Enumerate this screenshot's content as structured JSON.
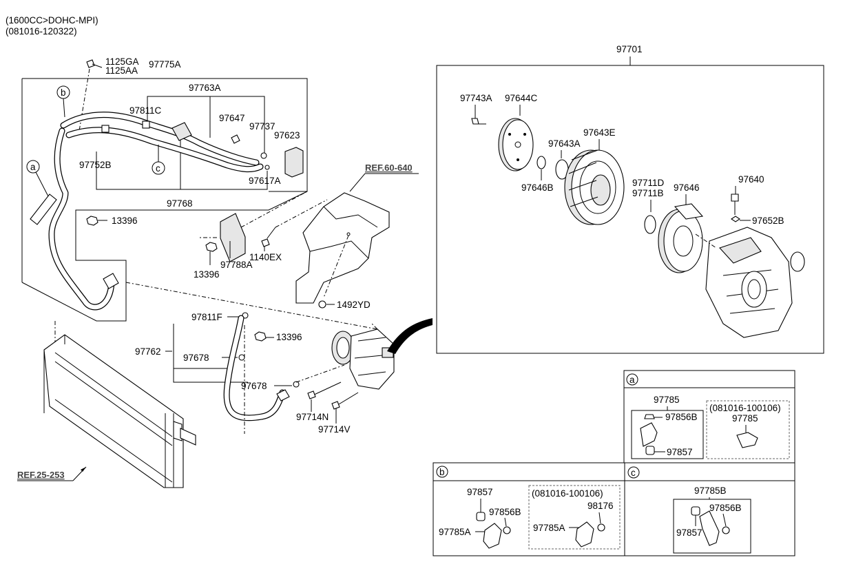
{
  "header": {
    "engine": "(1600CC>DOHC-MPI)",
    "period": "(081016-120322)"
  },
  "refs": {
    "ref1": "REF.60-640",
    "ref2": "REF.25-253"
  },
  "callouts": {
    "a": "a",
    "b": "b",
    "c": "c"
  },
  "labels": {
    "p1125GA": "1125GA",
    "p1125AA": "1125AA",
    "p97775A": "97775A",
    "p97763A": "97763A",
    "p97811C": "97811C",
    "p97647": "97647",
    "p97737": "97737",
    "p97623": "97623",
    "p97752B": "97752B",
    "p97617A": "97617A",
    "p97768": "97768",
    "p13396a": "13396",
    "p13396b": "13396",
    "p97788A": "97788A",
    "p1140EX": "1140EX",
    "p1492YD": "1492YD",
    "p97811F": "97811F",
    "p13396c": "13396",
    "p97762": "97762",
    "p97678a": "97678",
    "p97678b": "97678",
    "p97714N": "97714N",
    "p97714V": "97714V"
  },
  "compressor_box": {
    "title": "97701",
    "labels": {
      "p97743A": "97743A",
      "p97644C": "97644C",
      "p97643E": "97643E",
      "p97643A": "97643A",
      "p97646B": "97646B",
      "p97711D": "97711D",
      "p97711B": "97711B",
      "p97646": "97646",
      "p97640": "97640",
      "p97652B": "97652B"
    }
  },
  "panel_a": {
    "tag": "a",
    "main_label": "97785",
    "p97856B": "97856B",
    "p97857": "97857",
    "alt_period": "(081016-100106)",
    "alt_label": "97785"
  },
  "panel_b": {
    "tag": "b",
    "p97857": "97857",
    "p97856B": "97856B",
    "p97785A": "97785A",
    "alt_period": "(081016-100106)",
    "alt_98176": "98176",
    "alt_97785A": "97785A"
  },
  "panel_c": {
    "tag": "c",
    "p97785B": "97785B",
    "p97856B": "97856B",
    "p97857": "97857"
  }
}
